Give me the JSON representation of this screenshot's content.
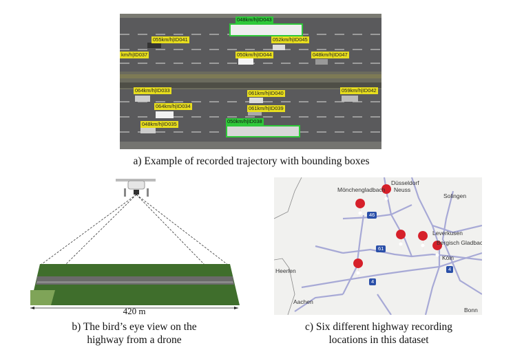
{
  "panel_a": {
    "caption": "a) Example of recorded trajectory with bounding boxes",
    "labels_yellow": [
      "055km/h|ID041",
      "052km/h|ID045",
      "km/h|ID037",
      "050km/h|ID044",
      "048km/h|ID047",
      "064km/h|ID033",
      "061km/h|ID040",
      "059km/h|ID042",
      "064km/h|ID034",
      "061km/h|ID039",
      "048km/h|ID035"
    ],
    "labels_green": [
      "048km/h|ID043",
      "050km/h|ID038"
    ]
  },
  "panel_b": {
    "caption_line1": "b) The bird’s eye view on the",
    "caption_line2": "highway from a drone",
    "distance": "420 m"
  },
  "panel_c": {
    "caption_line1": "c) Six different highway recording",
    "caption_line2": "locations in this dataset",
    "places": [
      "Düsseldorf",
      "Mönchengladbach",
      "Neuss",
      "Solingen",
      "Leverkusen",
      "Bergisch Gladbach",
      "Köln",
      "Heerlen",
      "Aachen",
      "Bonn"
    ],
    "highways": [
      "46",
      "61",
      "4",
      "4"
    ]
  }
}
